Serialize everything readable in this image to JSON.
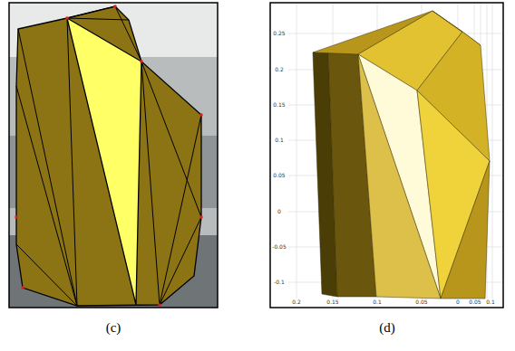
{
  "diagram": {
    "labels": [
      "(c)",
      "(d)",
      "0.25",
      "0.2",
      "0.15",
      "0.1",
      "0.05",
      "0",
      "-0.05",
      "-0.1",
      "0.2",
      "0.15",
      "0.1",
      "0.05",
      "0",
      "0.05",
      "0.1"
    ]
  }
}
